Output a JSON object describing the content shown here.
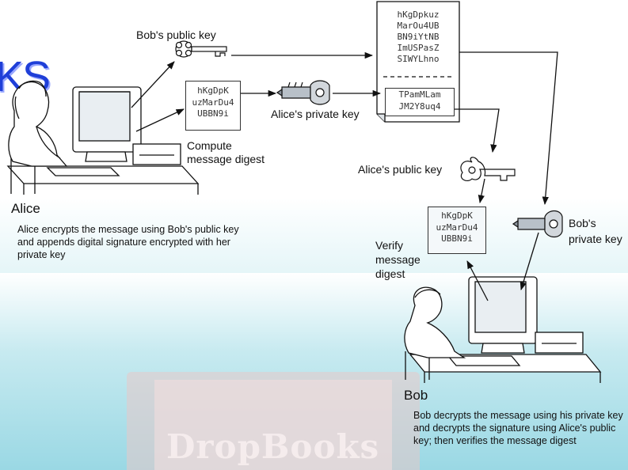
{
  "logo_text": "KS",
  "watermark_text": "DropBooks",
  "labels": {
    "bob_public_key": "Bob's public key",
    "alice_private_key": "Alice's private key",
    "alice_public_key": "Alice's public key",
    "bob_private_key_line1": "Bob's",
    "bob_private_key_line2": "private key",
    "compute_line1": "Compute",
    "compute_line2": "message digest",
    "verify_line1": "Verify",
    "verify_line2": "message",
    "verify_line3": "digest"
  },
  "alice": {
    "name": "Alice",
    "description": "Alice encrypts the message using Bob's public key and appends digital signature encrypted with her private key"
  },
  "bob": {
    "name": "Bob",
    "description": "Bob decrypts the message using his private key and decrypts the signature using Alice's public key; then verifies the message digest"
  },
  "alice_digest_box": {
    "lines": [
      "hKgDpK",
      "uzMarDu4",
      "UBBN9i"
    ]
  },
  "bob_digest_box": {
    "lines": [
      "hKgDpK",
      "uzMarDu4",
      "UBBN9i"
    ]
  },
  "message_doc": {
    "lines": [
      "hKgDpkuz",
      "MarOu4UB",
      "BN9iYtNB",
      "ImUSPasZ",
      "SIWYLhno"
    ],
    "signature_lines": [
      "TPamMLam",
      "JM2Y8uq4"
    ]
  },
  "colors": {
    "logo": "#1f3fd8",
    "band": "#9ad8e4",
    "watermark": "#e7c9c9"
  }
}
